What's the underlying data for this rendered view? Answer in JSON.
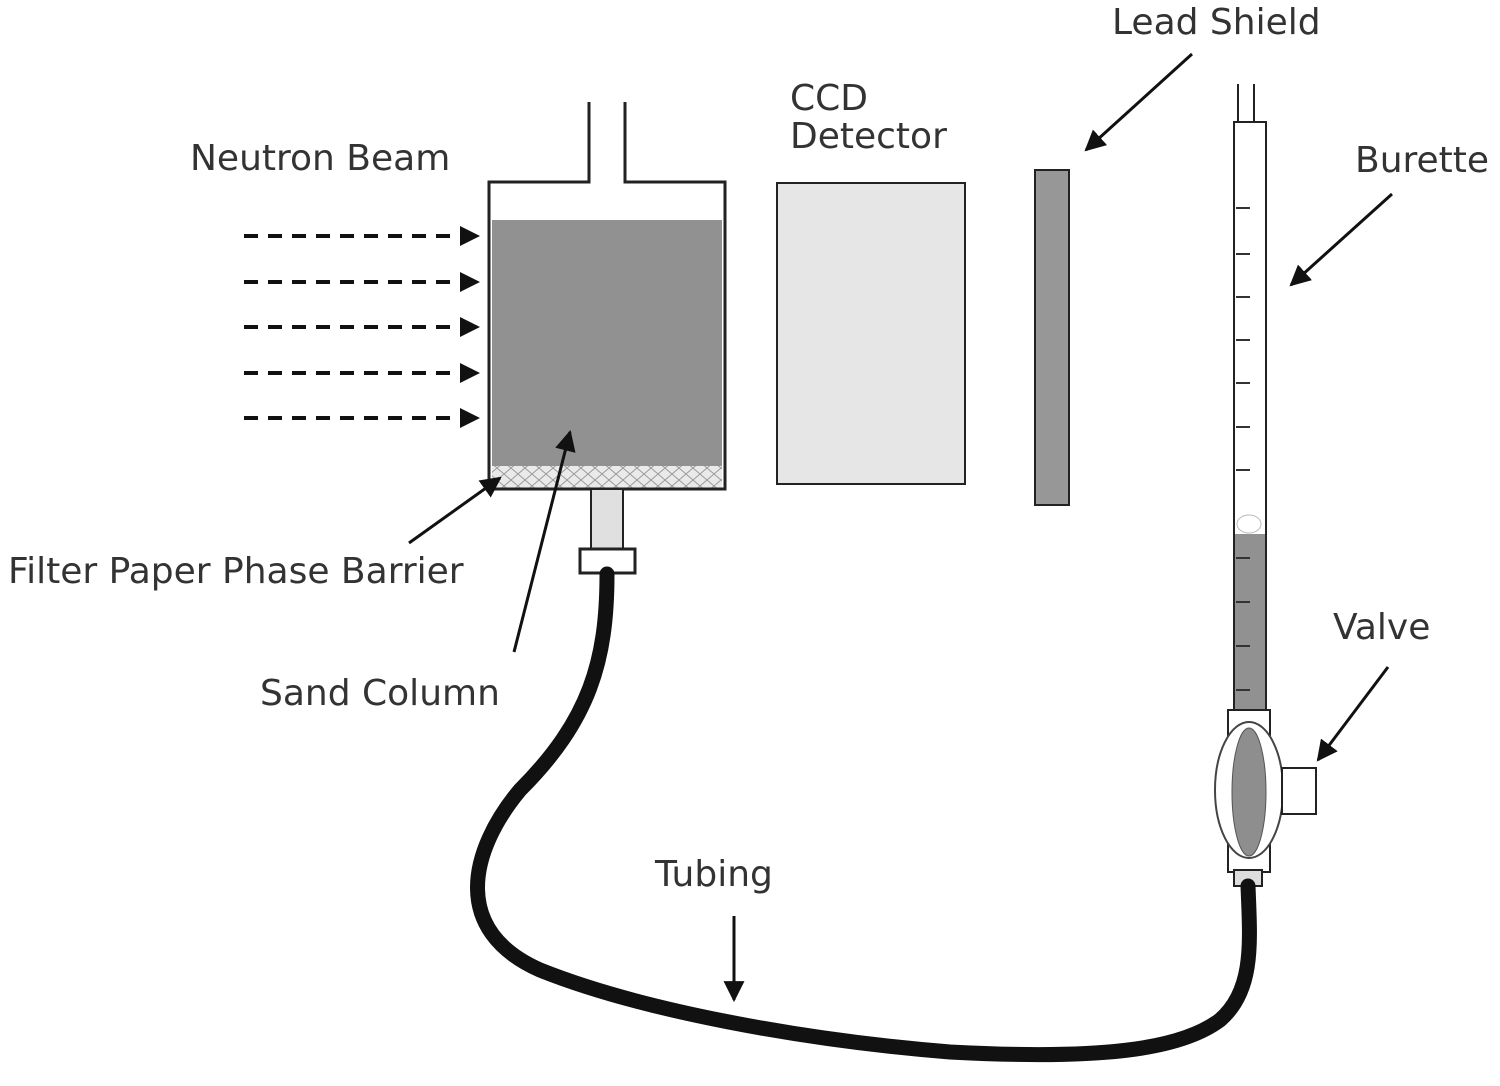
{
  "labels": {
    "neutron_beam": "Neutron Beam",
    "ccd_line1": "CCD",
    "ccd_line2": "Detector",
    "lead_shield": "Lead Shield",
    "burette": "Burette",
    "filter_paper": "Filter Paper Phase Barrier",
    "sand_column": "Sand Column",
    "valve": "Valve",
    "tubing": "Tubing"
  },
  "beam_arrow_count": 5,
  "colors": {
    "water": "#919191",
    "detector": "#e6e6e6",
    "lead": "#979797",
    "tubing": "#111111",
    "outline": "#222222"
  }
}
